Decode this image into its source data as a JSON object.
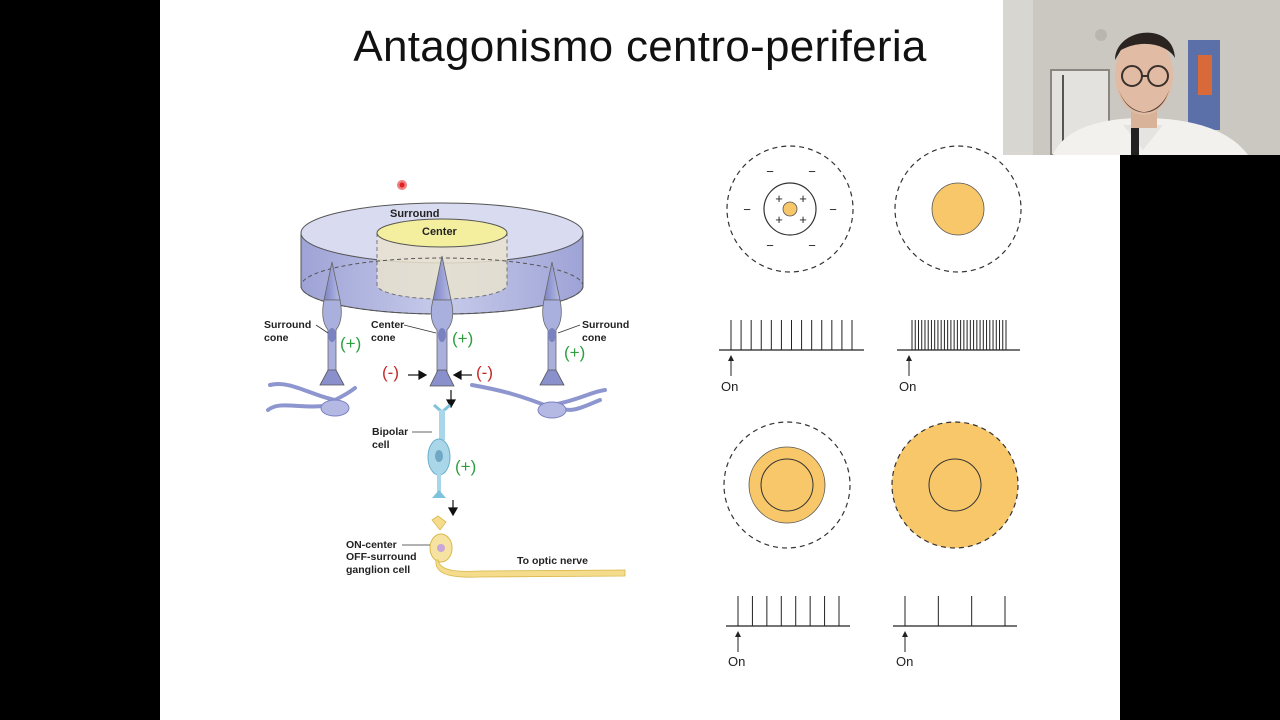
{
  "slide": {
    "title": "Antagonismo centro-periferia"
  },
  "retina_diagram": {
    "surround_label": "Surround",
    "center_label": "Center",
    "left_cone_label": [
      "Surround",
      "cone"
    ],
    "center_cone_label": [
      "Center",
      "cone"
    ],
    "right_cone_label": [
      "Surround",
      "cone"
    ],
    "excitatory_sign": "(+)",
    "inhibitory_sign": "(-)",
    "bipolar_label": [
      "Bipolar",
      "cell"
    ],
    "ganglion_label": [
      "ON-center",
      "OFF-surround",
      "ganglion cell"
    ],
    "optic_nerve_label": "To optic nerve"
  },
  "receptive_fields": {
    "onset_label": "On",
    "minus_sign": "−",
    "plus_sign": "+",
    "panels": [
      {
        "stimulus": "small spot in center",
        "spike_count": 13
      },
      {
        "stimulus": "spot fills center",
        "spike_count": 30
      },
      {
        "stimulus": "spot covers center and part of surround",
        "spike_count": 8
      },
      {
        "stimulus": "spot covers entire receptive field",
        "spike_count": 4
      }
    ]
  },
  "colors": {
    "stimulus_fill": "#f8c76a",
    "excitatory": "#2e9e3f",
    "inhibitory": "#c62828",
    "neuron": "#9ea6d8",
    "bipolar": "#a9d6e8",
    "ganglion": "#f4dc8c",
    "pointer": "#e02020"
  }
}
